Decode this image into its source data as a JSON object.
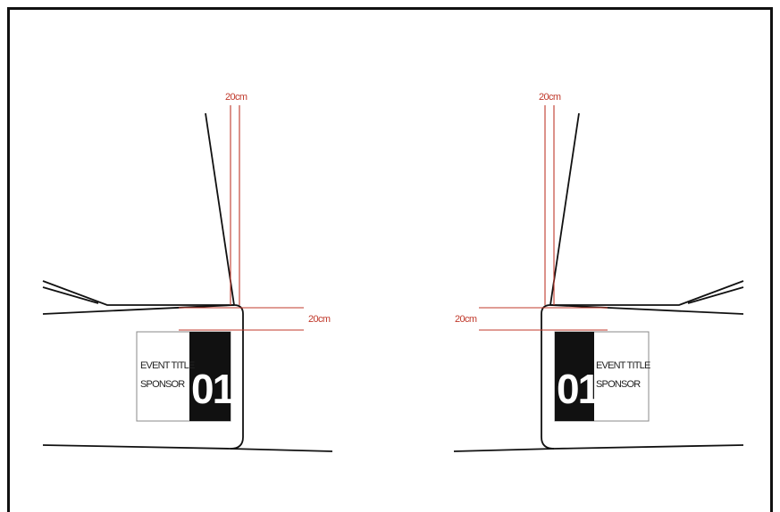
{
  "colors": {
    "outline": "#111111",
    "dimension": "#c0392b",
    "plate_dark": "#111111",
    "plate_border": "#888888"
  },
  "left_view": {
    "dim_top_label": "20cm",
    "dim_side_label": "20cm",
    "plate": {
      "line1": "EVENT TITLE",
      "line2": "SPONSOR",
      "number": "01"
    }
  },
  "right_view": {
    "dim_top_label": "20cm",
    "dim_side_label": "20cm",
    "plate": {
      "line1": "EVENT TITLE",
      "line2": "SPONSOR",
      "number": "01"
    }
  }
}
